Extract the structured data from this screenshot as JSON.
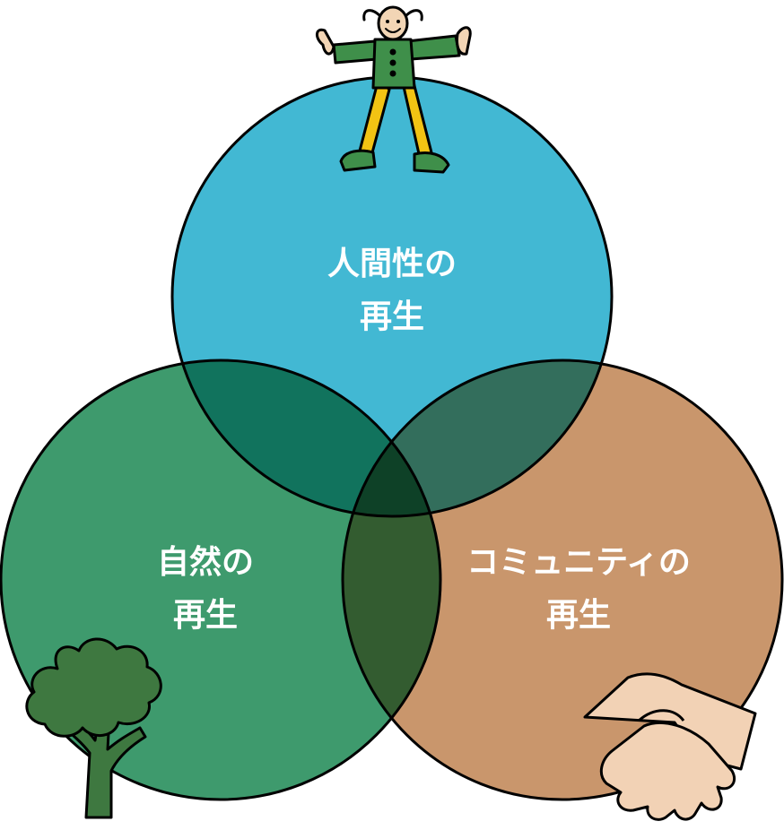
{
  "diagram": {
    "circles": [
      {
        "id": "human",
        "lines": [
          "人間性の",
          "再生"
        ],
        "color": "#42b8d3"
      },
      {
        "id": "nature",
        "lines": [
          "自然の",
          "再生"
        ],
        "color": "#3e9a6d"
      },
      {
        "id": "community",
        "lines": [
          "コミュニティの",
          "再生"
        ],
        "color": "#c9966c"
      }
    ],
    "overlap_colors": {
      "human_nature": "#11735d",
      "human_community": "#336e5c",
      "nature_community": "#335c30",
      "center": "#0e4127"
    },
    "icons": [
      "person-icon",
      "tree-icon",
      "handshake-icon"
    ]
  }
}
